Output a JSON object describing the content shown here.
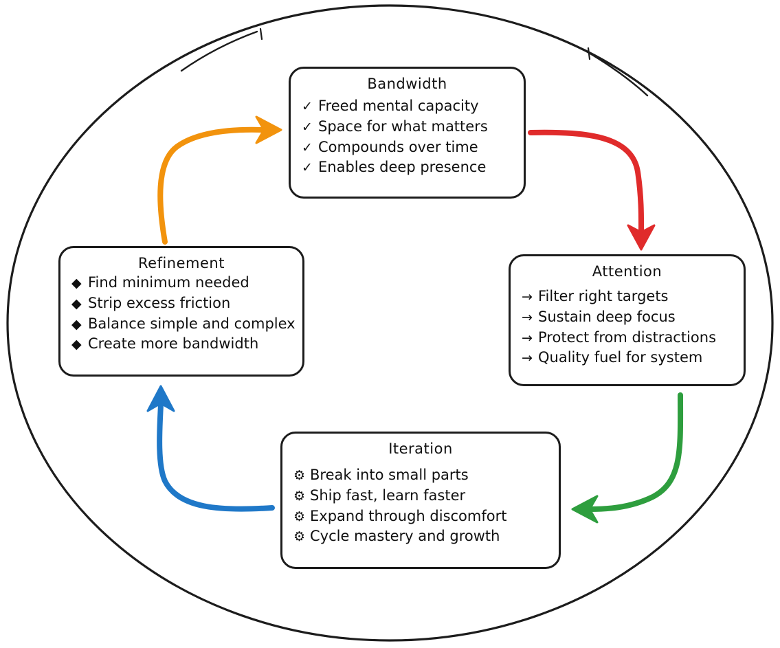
{
  "diagram": {
    "type": "cycle",
    "shape": "ellipse-loop",
    "colors": {
      "ink": "#1c1c1c",
      "arrow_red": "#E02B2B",
      "arrow_green": "#2E9E3E",
      "arrow_blue": "#1F78C8",
      "arrow_orange": "#F2930D"
    },
    "nodes": [
      {
        "id": "bandwidth",
        "title": "Bandwidth",
        "bullet": "check",
        "bullet_glyph": "✓",
        "items": [
          "Freed mental capacity",
          "Space for what matters",
          "Compounds over time",
          "Enables deep presence"
        ]
      },
      {
        "id": "attention",
        "title": "Attention",
        "bullet": "arrow",
        "bullet_glyph": "→",
        "items": [
          "Filter right targets",
          "Sustain deep focus",
          "Protect from distractions",
          "Quality fuel for system"
        ]
      },
      {
        "id": "iteration",
        "title": "Iteration",
        "bullet": "gear",
        "bullet_glyph": "⚙",
        "items": [
          "Break into small parts",
          "Ship fast, learn faster",
          "Expand through discomfort",
          "Cycle mastery and growth"
        ]
      },
      {
        "id": "refinement",
        "title": "Refinement",
        "bullet": "diamond",
        "bullet_glyph": "◆",
        "items": [
          "Find minimum needed",
          "Strip excess friction",
          "Balance simple and complex",
          "Create more bandwidth"
        ]
      }
    ],
    "connectors": [
      {
        "id": "bandwidth-to-attention",
        "from": "bandwidth",
        "to": "attention",
        "color": "#E02B2B"
      },
      {
        "id": "attention-to-iteration",
        "from": "attention",
        "to": "iteration",
        "color": "#2E9E3E"
      },
      {
        "id": "iteration-to-refinement",
        "from": "iteration",
        "to": "refinement",
        "color": "#1F78C8"
      },
      {
        "id": "refinement-to-bandwidth",
        "from": "refinement",
        "to": "bandwidth",
        "color": "#F2930D"
      }
    ]
  }
}
